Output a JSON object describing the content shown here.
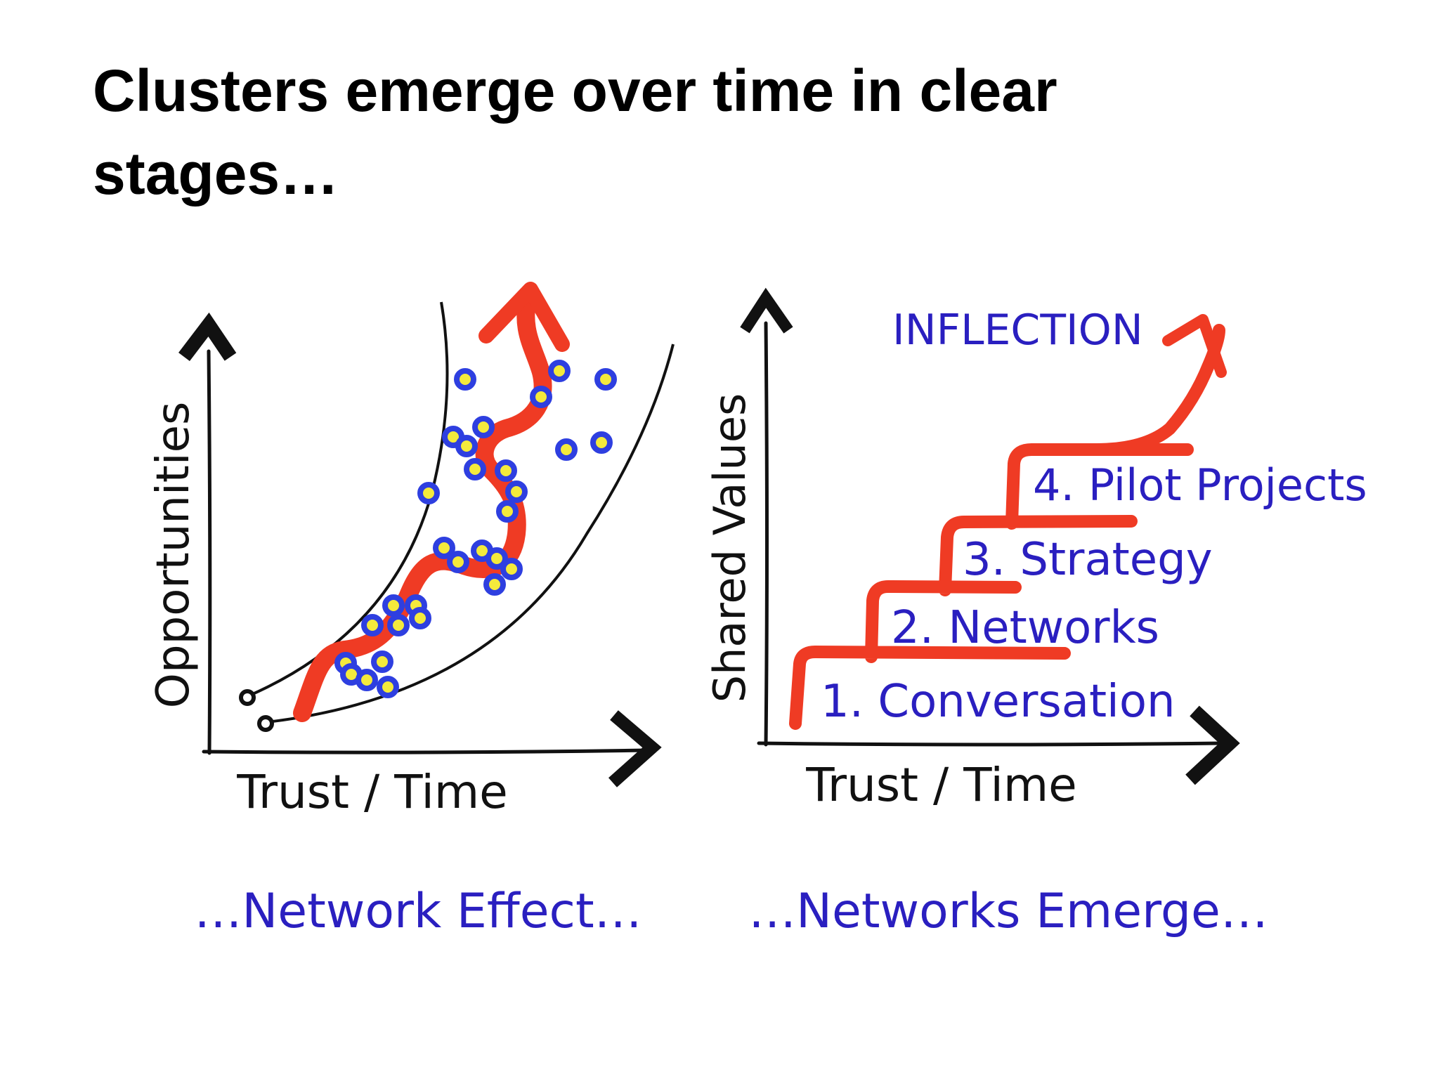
{
  "title": "Clusters emerge over time in clear stages…",
  "colors": {
    "ink": "#111111",
    "arrow_red": "#ef3b24",
    "label_blue": "#2a1fc0",
    "dot_blue": "#2e3fe0",
    "dot_yellow": "#f4ea3c"
  },
  "left_diagram": {
    "y_axis_label": "Opportunities",
    "x_axis_label": "Trust / Time",
    "caption": "…Network Effect…"
  },
  "right_diagram": {
    "y_axis_label": "Shared Values",
    "x_axis_label": "Trust / Time",
    "inflection_label": "INFLECTION",
    "stages": [
      "1. Conversation",
      "2. Networks",
      "3. Strategy",
      "4. Pilot Projects"
    ],
    "caption": "…Networks Emerge…"
  }
}
